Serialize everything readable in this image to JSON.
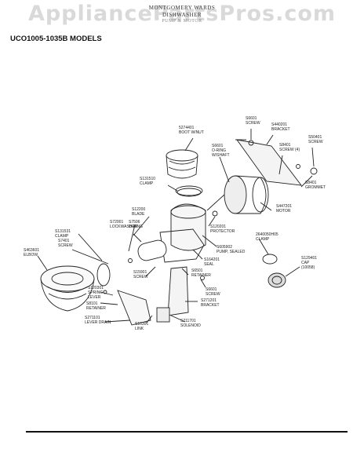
{
  "header": {
    "line1": "MONTGOMERY WARDS",
    "line2": "DISHWASHER",
    "line3": "PUMP & MOTOR"
  },
  "watermark": "AppliancePartsPros.com",
  "models_title": "UCO1005-1035B MODELS",
  "parts": [
    {
      "num": "5274401",
      "name": "BOOT W/NUT"
    },
    {
      "num": "S6601",
      "name": "SCREW"
    },
    {
      "num": "S440201",
      "name": "BRACKET"
    },
    {
      "num": "S50401",
      "name": "SCREW"
    },
    {
      "num": "S6601",
      "name": "O-RING"
    },
    {
      "num": "",
      "name": "W/SHAFT"
    },
    {
      "num": "S8401",
      "name": "SCREW (4)"
    },
    {
      "num": "S131510",
      "name": "CLAMP"
    },
    {
      "num": "S8401",
      "name": "GROMMET"
    },
    {
      "num": "S447201",
      "name": "MOTOR"
    },
    {
      "num": "S120201",
      "name": "PROTECTOR"
    },
    {
      "num": "S12200",
      "name": "BLADE"
    },
    {
      "num": "S72001",
      "name": "LOCKWASHER"
    },
    {
      "num": "S7506",
      "name": "O-RING"
    },
    {
      "num": "S131531",
      "name": "CLAMP"
    },
    {
      "num": "S7401",
      "name": "SCREW"
    },
    {
      "num": "S463601",
      "name": "ELBOW"
    },
    {
      "num": "S605902",
      "name": "PUMP, SEALED"
    },
    {
      "num": "S164201",
      "name": "SEAL"
    },
    {
      "num": "2640050H05",
      "name": "CLAMP"
    },
    {
      "num": "S129401",
      "name": "CAP"
    },
    {
      "num": "",
      "name": "(10058)"
    },
    {
      "num": "S15901",
      "name": "SCREW"
    },
    {
      "num": "S6501",
      "name": "RETAINER"
    },
    {
      "num": "S6601",
      "name": "SCREW"
    },
    {
      "num": "S120301",
      "name": "SPRING"
    },
    {
      "num": "",
      "name": "LEVER"
    },
    {
      "num": "S8101",
      "name": "RETAINER"
    },
    {
      "num": "S271201",
      "name": "BRACKET"
    },
    {
      "num": "S271101",
      "name": "LEVER DRAIN"
    },
    {
      "num": "S10301",
      "name": "LINK"
    },
    {
      "num": "S211701",
      "name": "SOLENOID"
    }
  ]
}
